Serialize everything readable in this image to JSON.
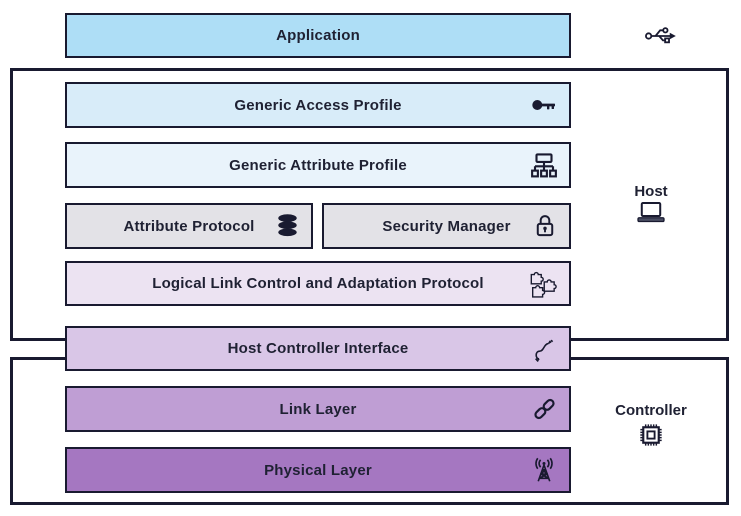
{
  "palette": {
    "border": "#191a30",
    "text": "#1f2133",
    "background": "#ffffff"
  },
  "layers": {
    "application": {
      "label": "Application",
      "fill": "#aedef6",
      "icon": "usb-icon"
    },
    "gap": {
      "label": "Generic Access Profile",
      "fill": "#d8ecf9",
      "icon": "key-icon"
    },
    "gatt": {
      "label": "Generic Attribute Profile",
      "fill": "#e9f3fb",
      "icon": "sitemap-icon"
    },
    "att": {
      "label": "Attribute Protocol",
      "fill": "#e3e2e7",
      "icon": "database-icon"
    },
    "sm": {
      "label": "Security Manager",
      "fill": "#e3e2e7",
      "icon": "lock-icon"
    },
    "l2cap": {
      "label": "Logical Link Control and Adaptation Protocol",
      "fill": "#ece3f2",
      "icon": "puzzle-icon"
    },
    "hci": {
      "label": "Host Controller Interface",
      "fill": "#d9c6e7",
      "icon": "cable-icon"
    },
    "link": {
      "label": "Link Layer",
      "fill": "#bf9ed4",
      "icon": "link-icon"
    },
    "phy": {
      "label": "Physical Layer",
      "fill": "#a577c1",
      "icon": "antenna-icon"
    }
  },
  "groups": {
    "host": {
      "label": "Host",
      "icon": "laptop-icon"
    },
    "controller": {
      "label": "Controller",
      "icon": "chip-icon"
    }
  }
}
